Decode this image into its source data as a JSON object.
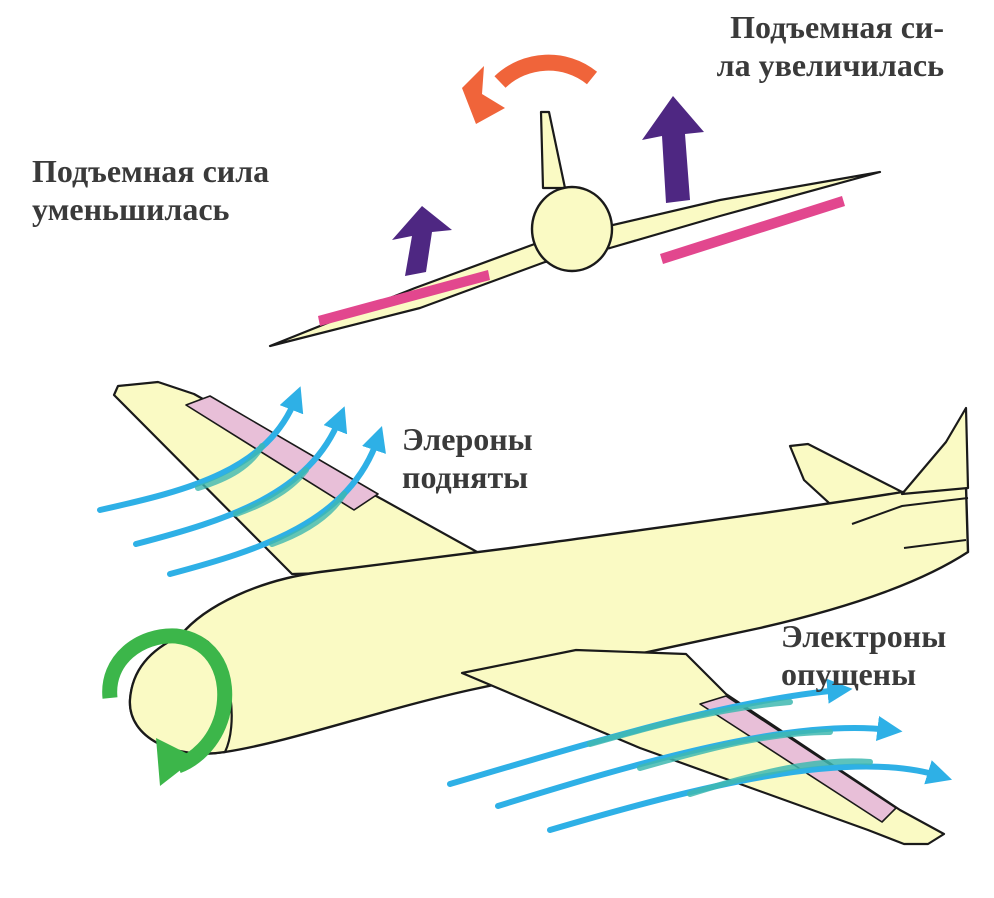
{
  "labels": {
    "lift_decreased": [
      "Подъемная сила",
      "уменьшилась"
    ],
    "lift_increased": [
      "Подъемная си-",
      "ла увеличилась"
    ],
    "ailerons_up": [
      "Элероны",
      "подняты"
    ],
    "ailerons_down": [
      "Электроны",
      "опущены"
    ]
  },
  "colors": {
    "body_fill": "#fafac4",
    "outline": "#1a1a1a",
    "aileron_front_view": "#e2478e",
    "aileron_top_view": "#e8bfd8",
    "lift_arrow": "#4e2782",
    "roll_arrow_top": "#f0643a",
    "roll_arrow_nose": "#3cb64a",
    "airflow": "#2eb0e6",
    "airflow_under_wing": "#3fb8b0",
    "text": "#3a3a3a"
  },
  "icons": {
    "roll_arrow_top": "curved-arrow-counterclockwise",
    "roll_arrow_nose": "circular-arrow-roll",
    "lift_arrow": "arrow-up"
  }
}
